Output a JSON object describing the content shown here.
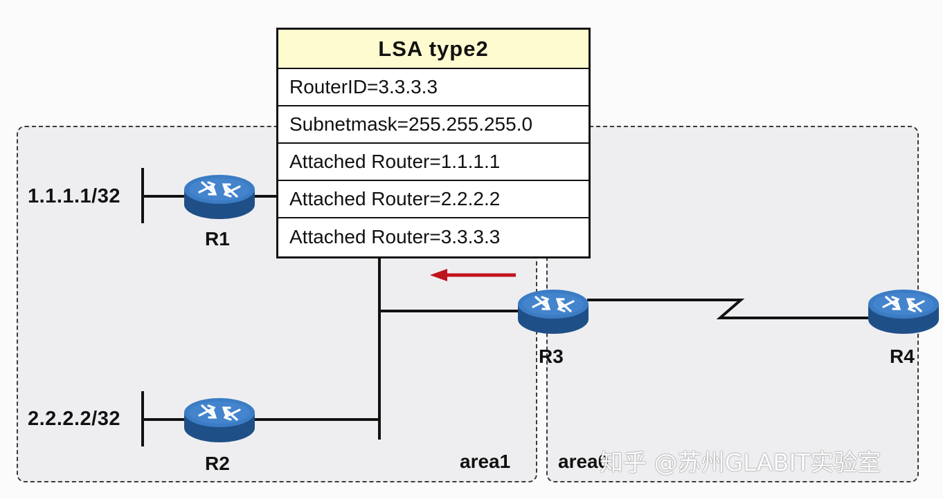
{
  "lsa": {
    "title": "LSA type2",
    "rows": [
      "RouterID=3.3.3.3",
      "Subnetmask=255.255.255.0",
      "Attached Router=1.1.1.1",
      "Attached Router=2.2.2.2",
      "Attached Router=3.3.3.3"
    ]
  },
  "areas": {
    "area1": "area1",
    "area0": "area0"
  },
  "routers": {
    "r1": "R1",
    "r2": "R2",
    "r3": "R3",
    "r4": "R4"
  },
  "networks": {
    "n1": "1.1.1.1/32",
    "n2": "2.2.2.2/32"
  },
  "colors": {
    "router_fill": "#2f6eb3",
    "arrow": "#c0141c",
    "lsa_header": "#fffbd0"
  },
  "watermark": "知乎 @苏州GLABIT实验室"
}
